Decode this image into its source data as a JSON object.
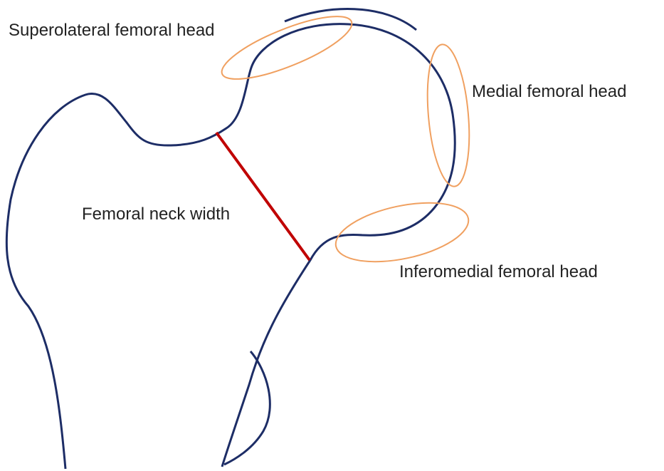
{
  "colors": {
    "bone_outline": "#1d2d66",
    "region_highlight": "#f0a060",
    "neck_width_line": "#c00000",
    "label_text": "#222222",
    "background": "#ffffff"
  },
  "labels": {
    "superolateral_femoral_head": "Superolateral femoral head",
    "medial_femoral_head": "Medial femoral head",
    "femoral_neck_width": "Femoral neck width",
    "inferomedial_femoral_head": "Inferomedial femoral head"
  }
}
